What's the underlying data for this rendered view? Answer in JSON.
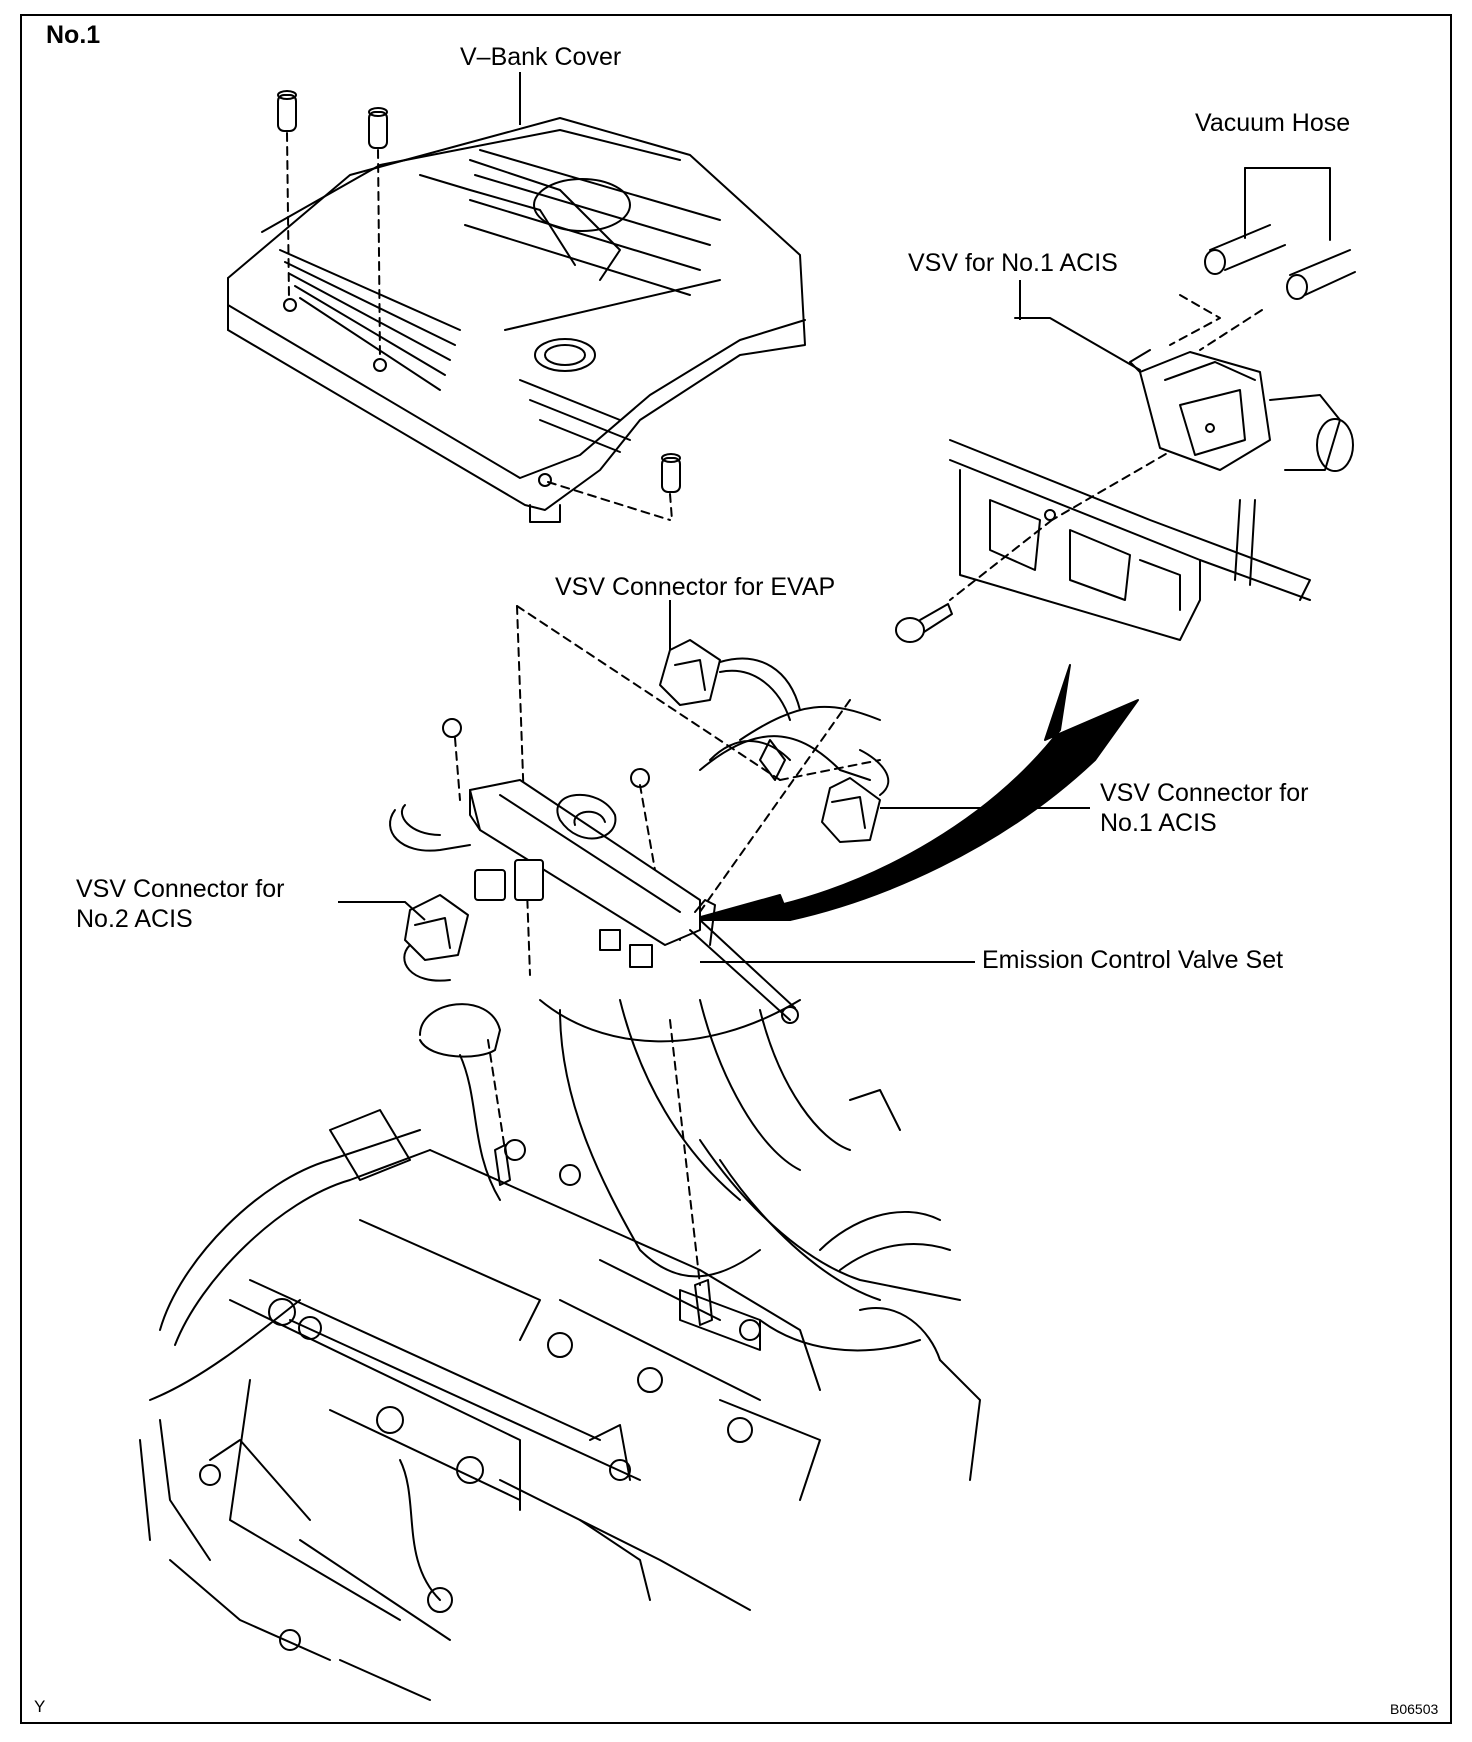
{
  "figure_id": "No.1",
  "labels": {
    "v_bank_cover": "V–Bank Cover",
    "vacuum_hose": "Vacuum Hose",
    "vsv_no1_acis": "VSV for No.1 ACIS",
    "vsv_connector_evap": "VSV Connector for EVAP",
    "vsv_connector_no1_acis": "VSV Connector for\nNo.1 ACIS",
    "vsv_connector_no2_acis": "VSV Connector for\nNo.2 ACIS",
    "emission_control_valve_set": "Emission Control Valve Set"
  },
  "corner_left": "Y",
  "corner_right": "B06503"
}
